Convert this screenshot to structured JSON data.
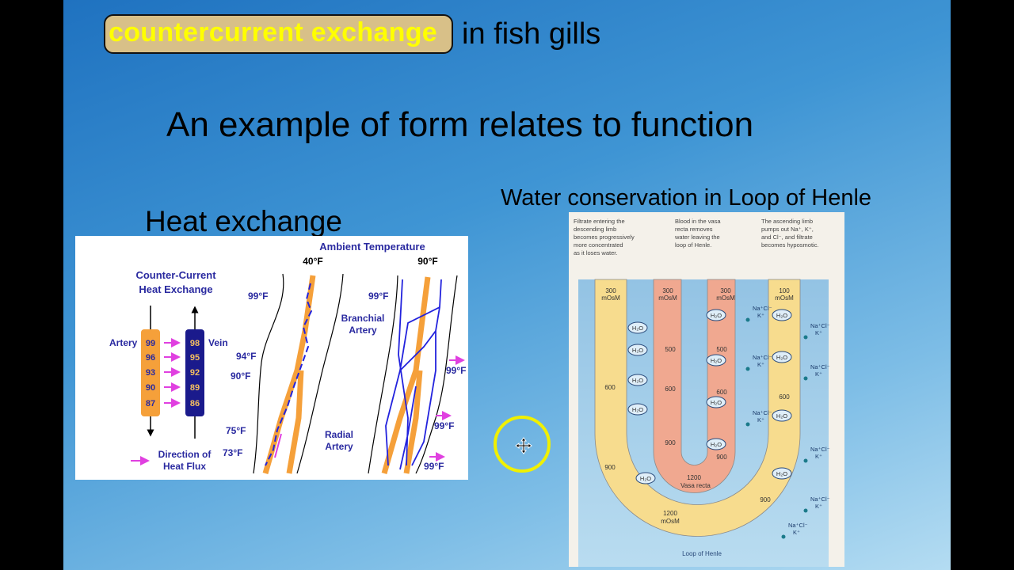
{
  "slide": {
    "title_highlight": "countercurrent exchange",
    "title_rest": "in fish gills",
    "subtitle": "An example of form relates to function",
    "heat_heading": "Heat exchange",
    "water_heading": "Water conservation in Loop of Henle"
  },
  "colors": {
    "highlight_text": "#ffff00",
    "pill_fill": "#d8c088",
    "artery": "#f5a03a",
    "vein": "#1a1a8c",
    "heat_arrow": "#e040e0",
    "label_blue": "#2a2aa0"
  },
  "heat_diagram": {
    "ambient_title": "Ambient Temperature",
    "ambient_cold": "40°F",
    "ambient_warm": "90°F",
    "cc_title_1": "Counter-Current",
    "cc_title_2": "Heat Exchange",
    "artery_label": "Artery",
    "vein_label": "Vein",
    "artery_values": [
      "99",
      "96",
      "93",
      "90",
      "87"
    ],
    "vein_values": [
      "98",
      "95",
      "92",
      "89",
      "86"
    ],
    "flux_label_1": "Direction of",
    "flux_label_2": "Heat Flux",
    "cold_temps": [
      "99°F",
      "94°F",
      "90°F",
      "75°F",
      "73°F"
    ],
    "warm_temps": [
      "99°F",
      "99°F",
      "99°F",
      "99°F"
    ],
    "branchial_1": "Branchial",
    "branchial_2": "Artery",
    "radial_1": "Radial",
    "radial_2": "Artery"
  },
  "henle_diagram": {
    "note_left": [
      "Filtrate entering the",
      "descending limb",
      "becomes progressively",
      "more concentrated",
      "as it loses water."
    ],
    "note_mid": [
      "Blood in the vasa",
      "recta removes",
      "water leaving the",
      "loop of Henle."
    ],
    "note_right": [
      "The ascending limb",
      "pumps out Na⁺, K⁺,",
      "and Cl⁻, and filtrate",
      "becomes hyposmotic."
    ],
    "top_values": [
      "300",
      "300",
      "300",
      "100"
    ],
    "unit": "mOsM",
    "desc_values": [
      "600",
      "900"
    ],
    "vasa_up_values": [
      "500",
      "600",
      "900"
    ],
    "vasa_down_values": [
      "500",
      "600",
      "900"
    ],
    "asc_values": [
      "600",
      "900"
    ],
    "vasa_bottom": "1200",
    "vasa_label": "Vasa recta",
    "loop_bottom": "1200",
    "loop_label": "Loop of Henle",
    "water": "H₂O",
    "ion_1": "Na⁺Cl⁻",
    "ion_2": "K⁺"
  },
  "cursor": {
    "icon": "move-icon"
  }
}
